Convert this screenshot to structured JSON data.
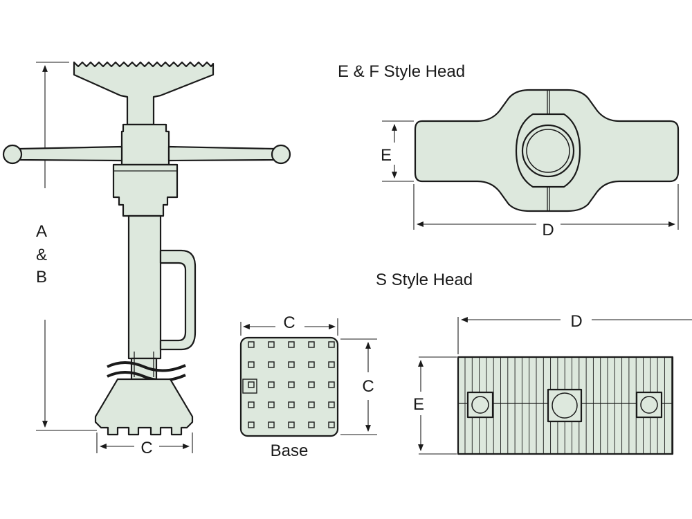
{
  "labels": {
    "jack_height_a": "A",
    "jack_height_amp": "&",
    "jack_height_b": "B",
    "jack_base_width": "C",
    "ef_title": "E & F Style Head",
    "ef_height": "E",
    "ef_length": "D",
    "s_title": "S Style Head",
    "s_length": "D",
    "s_height": "E",
    "base_width": "C",
    "base_depth": "C",
    "base_caption": "Base"
  },
  "colors": {
    "part_fill": "#dde8dd",
    "stroke": "#1a1a1a"
  }
}
